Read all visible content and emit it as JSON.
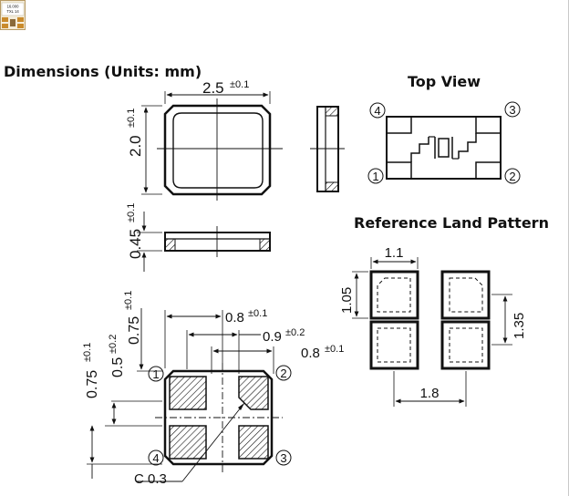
{
  "thumbnail": {
    "line1": "16.000",
    "line2": "TXL 14"
  },
  "titles": {
    "dimensions": "Dimensions (Units: mm)",
    "top_view": "Top View",
    "land_pattern": "Reference Land Pattern"
  },
  "dims": {
    "length": "2.5",
    "length_tol": "±0.1",
    "width": "2.0",
    "width_tol": "±0.1",
    "height": "0.45",
    "height_tol": "±0.1",
    "pad_pitch": "0.8",
    "pad_pitch_tol": "±0.1",
    "pad_span": "0.9",
    "pad_span_tol": "±0.2",
    "pad_width": "0.8",
    "pad_width_tol": "±0.1",
    "v1": "0.75",
    "v1_tol": "±0.1",
    "v2": "0.5",
    "v2_tol": "±0.2",
    "v3": "0.75",
    "v3_tol": "±0.1",
    "chamfer": "C 0.3"
  },
  "land": {
    "pad_w": "1.1",
    "pad_h": "1.05",
    "total_h": "1.35",
    "total_w": "1.8"
  },
  "pins": {
    "p1": "1",
    "p2": "2",
    "p3": "3",
    "p4": "4"
  }
}
